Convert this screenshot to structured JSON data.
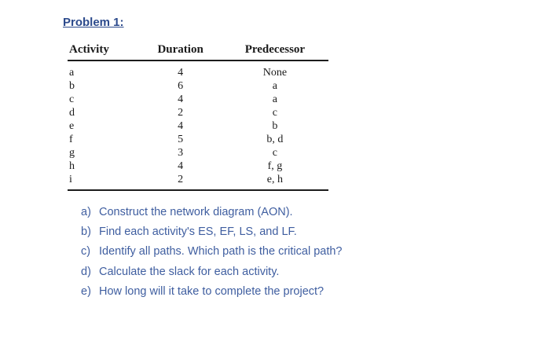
{
  "title": "Problem 1:",
  "table": {
    "headers": [
      "Activity",
      "Duration",
      "Predecessor"
    ],
    "rows": [
      [
        "a",
        "4",
        "None"
      ],
      [
        "b",
        "6",
        "a"
      ],
      [
        "c",
        "4",
        "a"
      ],
      [
        "d",
        "2",
        "c"
      ],
      [
        "e",
        "4",
        "b"
      ],
      [
        "f",
        "5",
        "b, d"
      ],
      [
        "g",
        "3",
        "c"
      ],
      [
        "h",
        "4",
        "f, g"
      ],
      [
        "i",
        "2",
        "e, h"
      ]
    ]
  },
  "questions": [
    {
      "label": "a)",
      "text": "Construct the network diagram (AON)."
    },
    {
      "label": "b)",
      "text": "Find each activity's ES, EF, LS, and LF."
    },
    {
      "label": "c)",
      "text": "Identify all paths. Which path is the critical path?"
    },
    {
      "label": "d)",
      "text": "Calculate the slack for each activity."
    },
    {
      "label": "e)",
      "text": "How long will it take to complete the project?"
    }
  ],
  "colors": {
    "title_blue": "#2c4a8c",
    "question_blue": "#3f5ea0",
    "table_text": "#1a1a1a"
  }
}
